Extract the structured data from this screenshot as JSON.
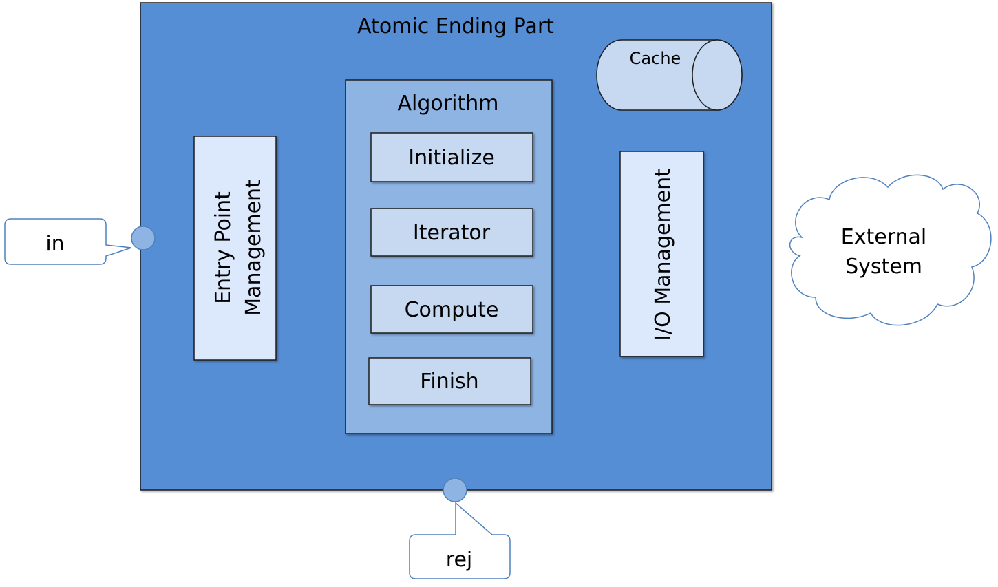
{
  "diagram": {
    "title": "Atomic Ending Part",
    "cache_label": "Cache",
    "algorithm": {
      "title": "Algorithm",
      "steps": [
        "Initialize",
        "Iterator",
        "Compute",
        "Finish"
      ]
    },
    "entry_point": {
      "line1": "Entry Point",
      "line2": "Management"
    },
    "io_management": "I/O Management",
    "external": {
      "line1": "External",
      "line2": "System"
    },
    "ports": {
      "in": "in",
      "rej": "rej"
    }
  },
  "colors": {
    "outer_fill": "#558ED5",
    "algorithm_fill": "#8EB4E3",
    "step_fill": "#C6D9F1",
    "mgmt_fill": "#DCE9FC",
    "port_fill": "#8EB4E3",
    "callout_border": "#4F81BD",
    "cloud_border": "#4F81BD"
  }
}
